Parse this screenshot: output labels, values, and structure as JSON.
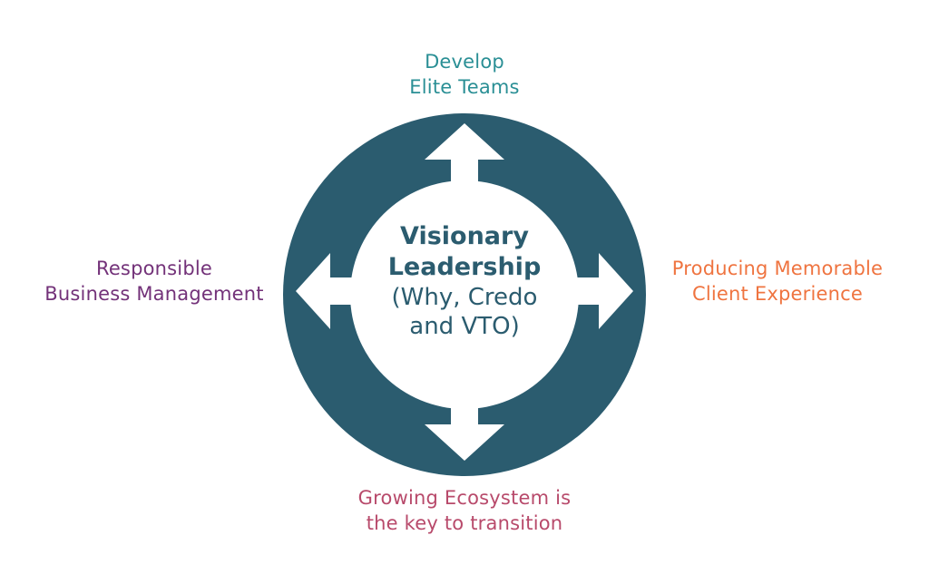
{
  "colors": {
    "ring": "#2b5c6f",
    "arrow": "#ffffff",
    "top_label": "#2a8f95",
    "left_label": "#733279",
    "right_label": "#ef7440",
    "bottom_label": "#b84a6b",
    "center_text": "#2b5c6f"
  },
  "center": {
    "title_line1": "Visionary",
    "title_line2": "Leadership",
    "subtitle_line1": "(Why, Credo",
    "subtitle_line2": "and VTO)"
  },
  "labels": {
    "top": {
      "line1": "Develop",
      "line2": "Elite Teams"
    },
    "left": {
      "line1": "Responsible",
      "line2": "Business Management"
    },
    "right": {
      "line1": "Producing Memorable",
      "line2": "Client Experience"
    },
    "bottom": {
      "line1": "Growing Ecosystem is",
      "line2": "the key to transition"
    }
  },
  "arrows": [
    "up",
    "left",
    "right",
    "down"
  ]
}
